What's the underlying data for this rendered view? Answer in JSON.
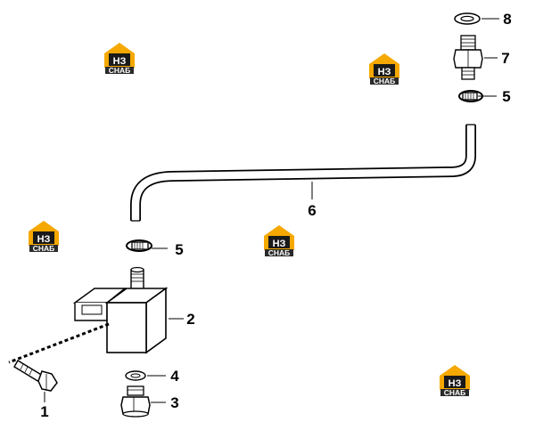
{
  "diagram": {
    "callouts": {
      "c1": "1",
      "c2": "2",
      "c3": "3",
      "c4": "4",
      "c5a": "5",
      "c5b": "5",
      "c6": "6",
      "c7": "7",
      "c8": "8"
    },
    "watermark": {
      "monogram": "НЗ",
      "caption": "СНАБ",
      "colors": {
        "roof": "#f5a800",
        "body": "#1a1a1a",
        "caption_bg": "#2a2a2a"
      }
    },
    "icons": [
      "logo-watermark-icon"
    ]
  }
}
